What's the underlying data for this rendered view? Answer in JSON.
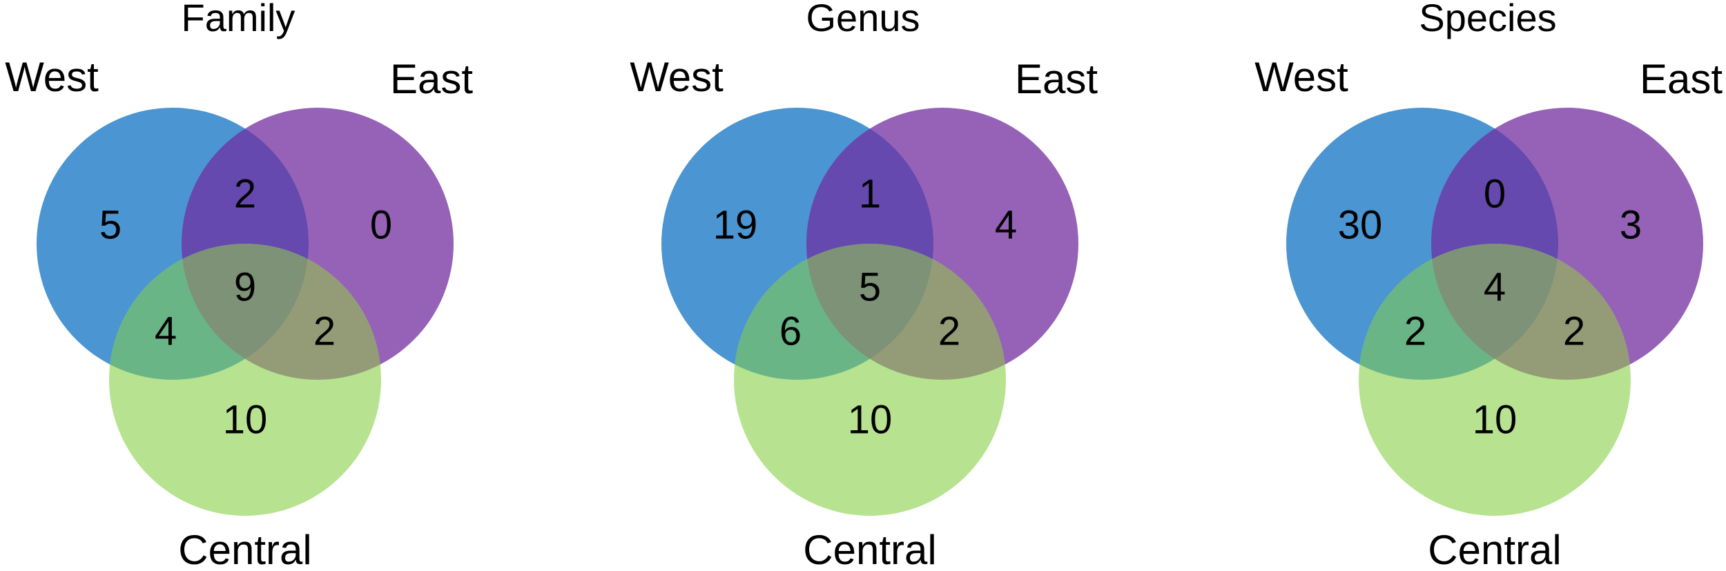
{
  "colors": {
    "west": "#4a95d2",
    "east": "#9562b7",
    "central": "#b7e28f",
    "west_east": "#6549ae",
    "west_central": "#6ab586",
    "east_central": "#939c76",
    "all": "#7e9278",
    "background": "#ffffff",
    "text": "#000000"
  },
  "diagrams": [
    {
      "title": "Family",
      "labels": {
        "west": "West",
        "east": "East",
        "central": "Central"
      },
      "counts": {
        "west_only": "5",
        "east_only": "0",
        "central_only": "10",
        "west_east": "2",
        "west_central": "4",
        "east_central": "2",
        "all": "9"
      }
    },
    {
      "title": "Genus",
      "labels": {
        "west": "West",
        "east": "East",
        "central": "Central"
      },
      "counts": {
        "west_only": "19",
        "east_only": "4",
        "central_only": "10",
        "west_east": "1",
        "west_central": "6",
        "east_central": "2",
        "all": "5"
      }
    },
    {
      "title": "Species",
      "labels": {
        "west": "West",
        "east": "East",
        "central": "Central"
      },
      "counts": {
        "west_only": "30",
        "east_only": "3",
        "central_only": "10",
        "west_east": "0",
        "west_central": "2",
        "east_central": "2",
        "all": "4"
      }
    }
  ]
}
